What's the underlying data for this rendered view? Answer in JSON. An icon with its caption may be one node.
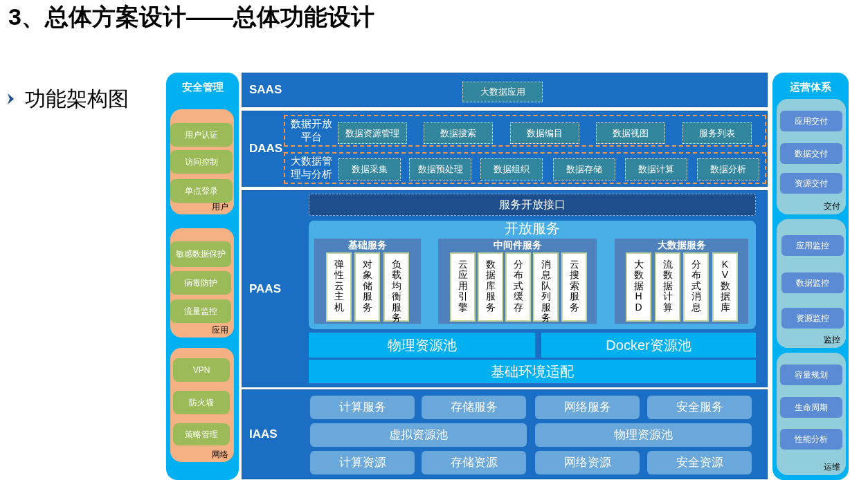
{
  "diagram": {
    "title": "3、总体方案设计——总体功能设计",
    "nodes": [
      {
        "text": [
          "安全管理"
        ]
      },
      {
        "text": [
          "用户"
        ],
        "in": 0
      },
      {
        "text": [
          "用户认证"
        ],
        "in": 1
      },
      {
        "text": [
          "访问控制"
        ],
        "in": 1
      },
      {
        "text": [
          "单点登录"
        ],
        "in": 1
      },
      {
        "text": [
          "应用"
        ],
        "in": 0
      },
      {
        "text": [
          "敏感数据保护"
        ],
        "in": 5
      },
      {
        "text": [
          "病毒防护"
        ],
        "in": 5
      },
      {
        "text": [
          "流量监控"
        ],
        "in": 5
      },
      {
        "text": [
          "网络"
        ],
        "in": 0
      },
      {
        "text": [
          "VPN"
        ],
        "in": 9
      },
      {
        "text": [
          "防火墙"
        ],
        "in": 9
      },
      {
        "text": [
          "策略管理"
        ],
        "in": 9
      },
      {
        "text": [
          "SAAS"
        ]
      },
      {
        "text": [
          "大数据应用"
        ],
        "in": 13
      },
      {
        "text": [
          "DAAS"
        ]
      },
      {
        "text": [
          "数据开放平台"
        ],
        "in": 15
      },
      {
        "text": [
          "数据资源管理"
        ],
        "in": 16
      },
      {
        "text": [
          "数据搜索"
        ],
        "in": 16
      },
      {
        "text": [
          "数据编目"
        ],
        "in": 16
      },
      {
        "text": [
          "数据视图"
        ],
        "in": 16
      },
      {
        "text": [
          "服务列表"
        ],
        "in": 16
      },
      {
        "text": [
          "大数据管理与分析"
        ],
        "in": 15
      },
      {
        "text": [
          "数据采集"
        ],
        "in": 22
      },
      {
        "text": [
          "数据预处理"
        ],
        "in": 22
      },
      {
        "text": [
          "数据组织"
        ],
        "in": 22
      },
      {
        "text": [
          "数据存储"
        ],
        "in": 22
      },
      {
        "text": [
          "数据计算"
        ],
        "in": 22
      },
      {
        "text": [
          "数据分析"
        ],
        "in": 22
      },
      {
        "text": [
          "PAAS"
        ]
      },
      {
        "text": [
          "服务开放接口"
        ],
        "in": 29
      },
      {
        "text": [
          "开放服务"
        ],
        "in": 29
      },
      {
        "text": [
          "基础服务"
        ],
        "in": 31
      },
      {
        "text": [
          "弹性云主机"
        ],
        "in": 32
      },
      {
        "text": [
          "对象储服务"
        ],
        "in": 32
      },
      {
        "text": [
          "负载均衡服务"
        ],
        "in": 32
      },
      {
        "text": [
          "中间件服务"
        ],
        "in": 31
      },
      {
        "text": [
          "云应用引擎"
        ],
        "in": 36
      },
      {
        "text": [
          "数据库服务"
        ],
        "in": 36
      },
      {
        "text": [
          "分布式缓存"
        ],
        "in": 36
      },
      {
        "text": [
          "消息队列服务"
        ],
        "in": 36
      },
      {
        "text": [
          "云搜索服务"
        ],
        "in": 36
      },
      {
        "text": [
          "大数据服务"
        ],
        "in": 31
      },
      {
        "text": [
          "大数据HD"
        ],
        "in": 42
      },
      {
        "text": [
          "流数据计算"
        ],
        "in": 42
      },
      {
        "text": [
          "分布式消息"
        ],
        "in": 42
      },
      {
        "text": [
          "KV数据库"
        ],
        "in": 42
      },
      {
        "text": [
          "物理资源池"
        ],
        "in": 29
      },
      {
        "text": [
          "Docker资源池"
        ],
        "in": 29
      },
      {
        "text": [
          "基础环境适配"
        ],
        "in": 29
      },
      {
        "text": [
          "IAAS"
        ]
      },
      {
        "text": [
          "计算服务"
        ],
        "in": 50
      },
      {
        "text": [
          "存储服务"
        ],
        "in": 50
      },
      {
        "text": [
          "网络服务"
        ],
        "in": 50
      },
      {
        "text": [
          "安全服务"
        ],
        "in": 50
      },
      {
        "text": [
          "虚拟资源池"
        ],
        "in": 50
      },
      {
        "text": [
          "物理资源池"
        ],
        "in": 50
      },
      {
        "text": [
          "计算资源"
        ],
        "in": 50
      },
      {
        "text": [
          "存储资源"
        ],
        "in": 50
      },
      {
        "text": [
          "网络资源"
        ],
        "in": 50
      },
      {
        "text": [
          "安全资源"
        ],
        "in": 50
      },
      {
        "text": [
          "运营体系"
        ]
      },
      {
        "text": [
          "交付"
        ],
        "in": 61
      },
      {
        "text": [
          "应用交付"
        ],
        "in": 62
      },
      {
        "text": [
          "数据交付"
        ],
        "in": 62
      },
      {
        "text": [
          "资源交付"
        ],
        "in": 62
      },
      {
        "text": [
          "监控"
        ],
        "in": 61
      },
      {
        "text": [
          "应用监控"
        ],
        "in": 66
      },
      {
        "text": [
          "数据监控"
        ],
        "in": 66
      },
      {
        "text": [
          "资源监控"
        ],
        "in": 66
      },
      {
        "text": [
          "运维"
        ],
        "in": 61
      },
      {
        "text": [
          "容量规划"
        ],
        "in": 70
      },
      {
        "text": [
          "生命周期"
        ],
        "in": 70
      },
      {
        "text": [
          "性能分析"
        ],
        "in": 70
      }
    ],
    "labels": [
      "功能架构图"
    ]
  }
}
